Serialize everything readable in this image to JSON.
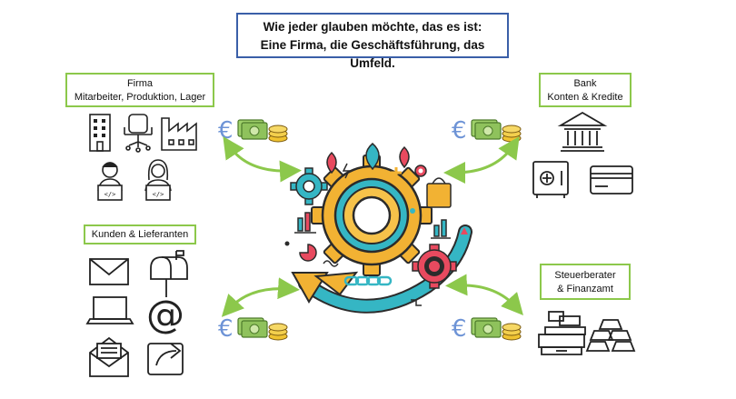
{
  "title": {
    "line1": "Wie jeder glauben möchte, das es ist:",
    "line2": "Eine Firma, die Geschäftsführung, das Umfeld."
  },
  "firma": {
    "label": "Firma",
    "sublabel": "Mitarbeiter, Produktion, Lager"
  },
  "kunden": {
    "label": "Kunden & Lieferanten"
  },
  "bank": {
    "label": "Bank",
    "sublabel": "Konten & Kredite"
  },
  "steuer": {
    "label": "Steuerberater",
    "sublabel": "& Finanzamt"
  },
  "money_symbol": "€",
  "colors": {
    "title_border": "#3a5fa8",
    "box_border": "#8cc84b",
    "arrow": "#8cc84b",
    "gear": "#f2b233",
    "teal": "#35b6c4",
    "red": "#e84a5f",
    "euro": "#6d93d6",
    "bill": "#8fc25c",
    "coin": "#f0c330"
  }
}
